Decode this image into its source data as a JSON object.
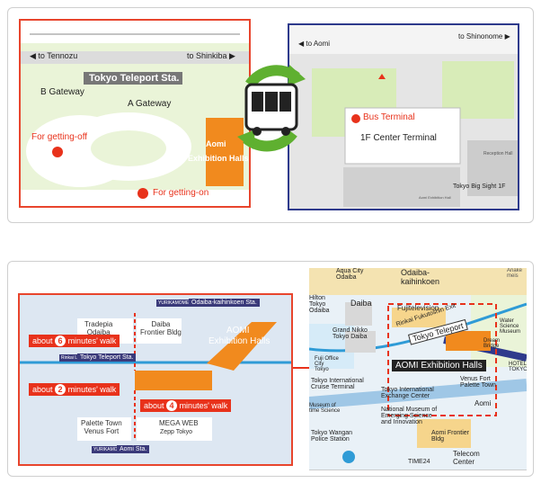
{
  "panel1": {
    "left_map": {
      "to_west": "◀ to Tennozu",
      "to_east": "to Shinkiba ▶",
      "station": "Tokyo Teleport Sta.",
      "gateway_b": "B Gateway",
      "gateway_a": "A Gateway",
      "getting_off": "For getting-off",
      "getting_on": "For getting-on",
      "halls_line1": "Aomi",
      "halls_line2": "Exhibition Halls"
    },
    "right_map": {
      "to_shinonome": "to Shinonome ▶",
      "to_aomi": "◀ to Aomi",
      "bus_terminal": "Bus Terminal",
      "center_terminal": "1F Center Terminal",
      "reception_hall": "Reception Hall",
      "big_sight": "Tokyo Big Sight 1F",
      "small_label": "Aomi Exhibition Hall"
    }
  },
  "panel2": {
    "left_map": {
      "station_odaiba_line": "YURIKAMOME Line",
      "station_odaiba": "Odaiba-kaihinkoen Sta.",
      "station_teleport_line": "Rinkai Line",
      "station_teleport": "Tokyo Teleport Sta.",
      "station_aomi_line": "YURIKAMOME Line",
      "station_aomi": "Aomi Sta.",
      "tradepia": "Tradepia\nOdaiba",
      "daiba_frontier": "Daiba\nFrontier Bldg",
      "palette_town": "Palette Town\nVenus Fort",
      "mega_web": "MEGA WEB",
      "zepp": "Zepp Tokyo",
      "halls_line1": "AOMI",
      "halls_line2": "Exhibition Halls",
      "walk1_prefix": "about",
      "walk1_num": "6",
      "walk1_suffix": "minutes' walk",
      "walk2_prefix": "about",
      "walk2_num": "2",
      "walk2_suffix": "minutes' walk",
      "walk3_prefix": "about",
      "walk3_num": "4",
      "walk3_suffix": "minutes' walk"
    },
    "right_map": {
      "aqua_city": "Aqua City\nOdaiba",
      "odaiba_kaihinkoen": "Odaiba-\nkaihinkoen",
      "ariake": "Ariake\nmeis",
      "hilton": "Hilton\nTokyo\nOdaiba",
      "daiba": "Daiba",
      "fujitelevision": "Fujitelevision",
      "rinkai_exit": "Rinkai Fukutoshin Exit",
      "water_museum": "Water\nScience\nMuseum",
      "grand_nikko": "Grand Nikko\nTokyo Daiba",
      "tokyo_teleport": "Tokyo Teleport",
      "dream_bridge": "Dream\nBridge",
      "hotel_tokyo": "HOTEL\nTOKYO",
      "fuji_office": "Fuji Office\nCity\nTokyo",
      "aomi_halls": "AOMI Exhibition Halls",
      "intl_cruise": "Tokyo International\nCruise Terminal",
      "intl_exchange": "Tokyo International\nExchange Center",
      "venus_fort": "Venus Fort\nPalette Town",
      "aomi": "Aomi",
      "museum_science": "Museum of\ntime Science",
      "national_museum": "National Museum of\nEmerging Science\nand Innovation",
      "wangan_police": "Tokyo Wangan\nPolice Station",
      "aomi_frontier": "Aomi Frontier\nBldg",
      "time24": "TIME24",
      "telecom": "Telecom\nCenter"
    }
  }
}
